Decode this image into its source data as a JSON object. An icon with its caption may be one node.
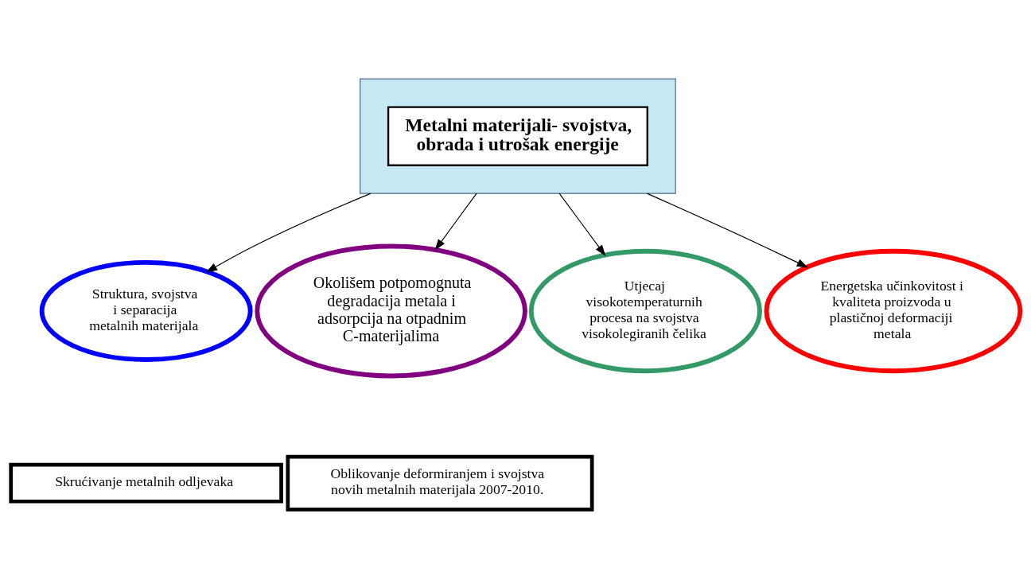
{
  "diagram": {
    "nodes": [
      {
        "text": [],
        "shape": "box"
      },
      {
        "text": [
          "Metalni materijali- svojstva, obrada i utrošak energije"
        ],
        "in": 0
      },
      {
        "text": [
          "Struktura, svojstva i separacija metalnih materijala"
        ]
      },
      {
        "text": [
          "Okolišem potpomognuta degradacija metala i adsorpcija na otpadnim C-materijalima"
        ]
      },
      {
        "text": [
          "Utjecaj visokotemperaturnih procesa na svojstva visokolegiranih čelika"
        ]
      },
      {
        "text": [
          "Energetska učinkovitost i kvaliteta proizvoda u plastičnoj deformaciji metala"
        ]
      },
      {
        "text": [
          "Skrućivanje metalnih odljevaka"
        ]
      },
      {
        "text": [
          "Oblikovanje deformiranjem i svojstva novih metalnih materijala 2007-2010."
        ]
      }
    ],
    "edges": [
      {
        "from": 0,
        "to": 2,
        "arrow": "to"
      },
      {
        "from": 0,
        "to": 3,
        "arrow": "to"
      },
      {
        "from": 0,
        "to": 4,
        "arrow": "to"
      },
      {
        "from": 0,
        "to": 5,
        "arrow": "to"
      }
    ]
  }
}
